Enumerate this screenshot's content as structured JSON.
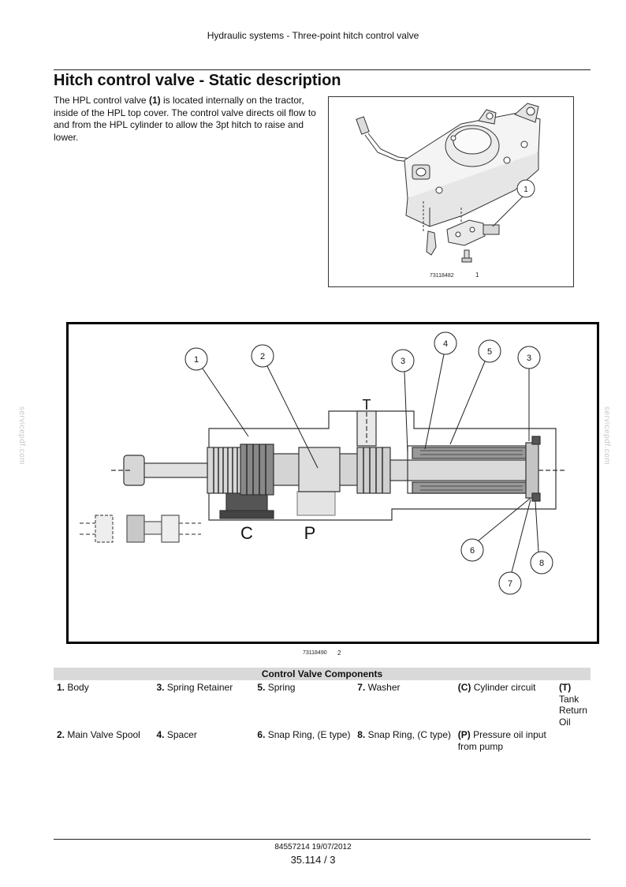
{
  "header": {
    "running_title": "Hydraulic systems - Three-point hitch control valve"
  },
  "section": {
    "title": "Hitch control valve - Static description",
    "intro_before": "The HPL control valve ",
    "intro_ref": "(1)",
    "intro_after": " is located internally on the tractor, inside of the HPL top cover. The control valve directs oil flow to and from the HPL cylinder to allow the 3pt hitch to raise and lower."
  },
  "figure1": {
    "code": "73118482",
    "number": "1",
    "callouts": [
      "1"
    ]
  },
  "figure2": {
    "code": "73118490",
    "number": "2",
    "callouts": [
      "1",
      "2",
      "3",
      "4",
      "5",
      "3",
      "6",
      "7",
      "8"
    ],
    "port_labels": [
      "T",
      "C",
      "P"
    ]
  },
  "components": {
    "title": "Control Valve Components",
    "rows": [
      [
        {
          "key": "1.",
          "text": " Body"
        },
        {
          "key": "3.",
          "text": " Spring Retainer"
        },
        {
          "key": "5.",
          "text": " Spring"
        },
        {
          "key": "7.",
          "text": " Washer"
        },
        {
          "key": "(C)",
          "text": " Cylinder circuit"
        },
        {
          "key": "(T)",
          "text": " Tank Return Oil"
        }
      ],
      [
        {
          "key": "2.",
          "text": " Main Valve Spool"
        },
        {
          "key": "4.",
          "text": " Spacer"
        },
        {
          "key": "6.",
          "text": " Snap Ring, (E type)"
        },
        {
          "key": "8.",
          "text": " Snap Ring, (C type)"
        },
        {
          "key": "(P)",
          "text": " Pressure oil input from pump"
        },
        {
          "key": "",
          "text": ""
        }
      ]
    ]
  },
  "footer": {
    "doc_id": "84557214 19/07/2012",
    "page": "35.114 / 3"
  },
  "watermarks": {
    "left": "servicepdf.com",
    "right": "servicepdf.com"
  }
}
